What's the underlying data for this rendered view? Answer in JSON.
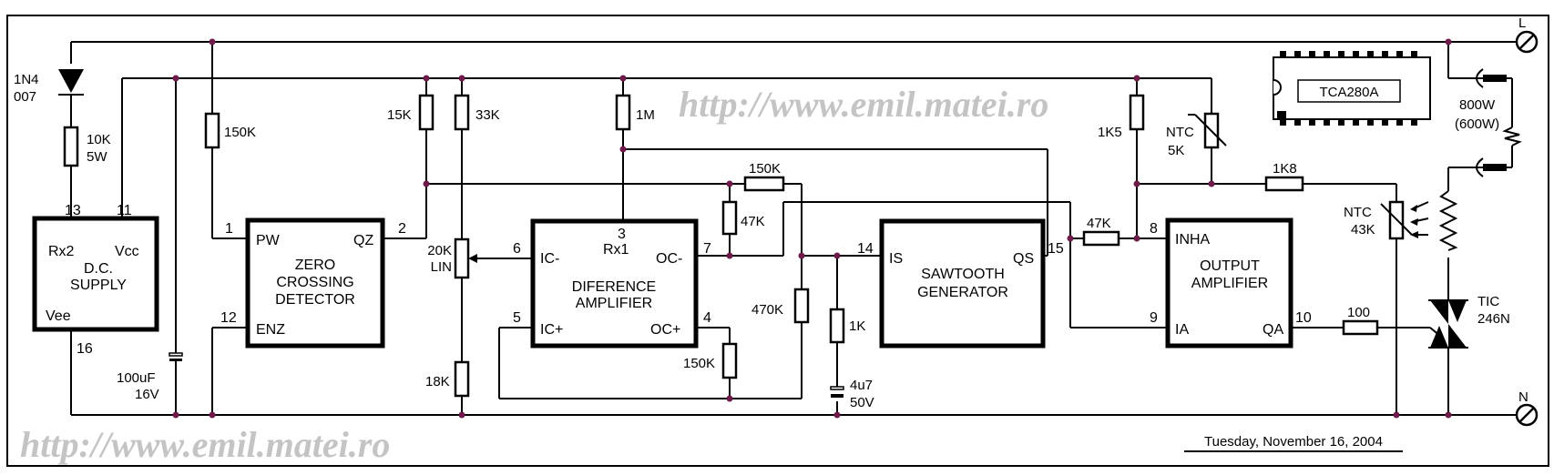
{
  "watermark": "http://www.emil.matei.ro",
  "date": "Tuesday, November 16, 2004",
  "terminals": {
    "l": "L",
    "n": "N"
  },
  "blocks": {
    "dc_supply": {
      "line1": "D.C.",
      "line2": "SUPPLY",
      "rx2": "Rx2",
      "vcc": "Vcc",
      "vee": "Vee",
      "pin13": "13",
      "pin11": "11",
      "pin16": "16"
    },
    "zcd": {
      "line1": "ZERO",
      "line2": "CROSSING",
      "line3": "DETECTOR",
      "pw": "PW",
      "qz": "QZ",
      "enz": "ENZ",
      "pin1": "1",
      "pin2": "2",
      "pin12": "12"
    },
    "diff": {
      "line1": "DIFERENCE",
      "line2": "AMPLIFIER",
      "icm": "IC-",
      "icp": "IC+",
      "ocm": "OC-",
      "ocp": "OC+",
      "rx1": "Rx1",
      "pin3": "3",
      "pin4": "4",
      "pin5": "5",
      "pin6": "6",
      "pin7": "7"
    },
    "saw": {
      "line1": "SAWTOOTH",
      "line2": "GENERATOR",
      "is": "IS",
      "qs": "QS",
      "pin14": "14",
      "pin15": "15"
    },
    "out": {
      "line1": "OUTPUT",
      "line2": "AMPLIFIER",
      "inha": "INHA",
      "ia": "IA",
      "qa": "QA",
      "pin8": "8",
      "pin9": "9",
      "pin10": "10"
    }
  },
  "components": {
    "d1": {
      "line1": "1N4",
      "line2": "007"
    },
    "r10k": {
      "line1": "10K",
      "line2": "5W"
    },
    "c100u": {
      "line1": "100uF",
      "line2": "16V"
    },
    "r150k_a": "150K",
    "r15k": "15K",
    "r33k": "33K",
    "pot20k": {
      "line1": "20K",
      "line2": "LIN"
    },
    "r18k": "18K",
    "r1m": "1M",
    "r150k_b": "150K",
    "r47k_a": "47K",
    "r150k_c": "150K",
    "r470k": "470K",
    "r1k": "1K",
    "c4u7": {
      "line1": "4u7",
      "line2": "50V"
    },
    "r47k_b": "47K",
    "r1k5": "1K5",
    "ntc5k": {
      "line1": "NTC",
      "line2": "5K"
    },
    "r1k8": "1K8",
    "ntc43k": {
      "line1": "NTC",
      "line2": "43K"
    },
    "r100": "100",
    "heater": {
      "line1": "800W",
      "line2": "(600W)"
    },
    "triac": {
      "line1": "TIC",
      "line2": "246N"
    },
    "ic": "TCA280A"
  }
}
